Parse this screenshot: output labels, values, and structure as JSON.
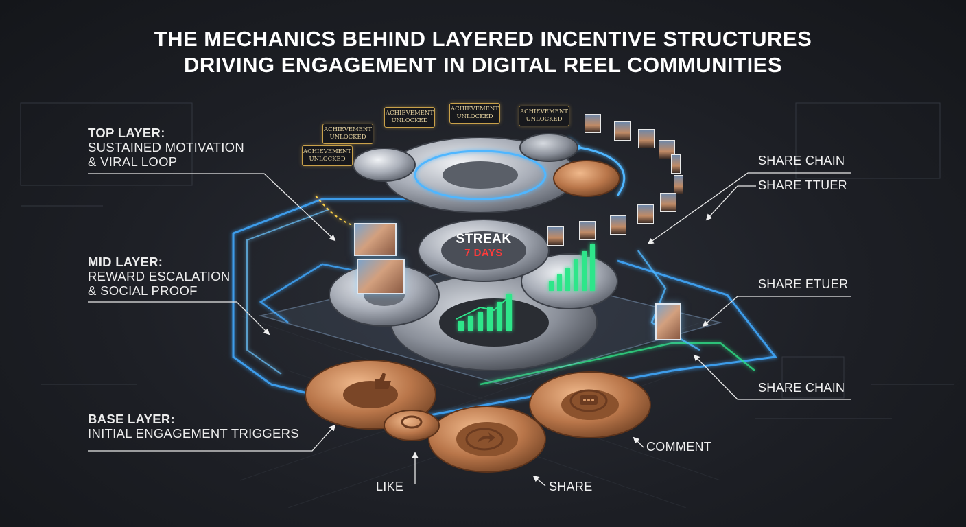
{
  "title": {
    "line1": "THE MECHANICS BEHIND LAYERED INCENTIVE STRUCTURES",
    "line2": "DRIVING ENGAGEMENT IN DIGITAL REEL COMMUNITIES"
  },
  "layers": {
    "top": {
      "head": "TOP LAYER:",
      "line1": "SUSTAINED MOTIVATION",
      "line2": "& VIRAL LOOP"
    },
    "mid": {
      "head": "MID LAYER:",
      "line1": "REWARD ESCALATION",
      "line2": "& SOCIAL PROOF"
    },
    "base": {
      "head": "BASE LAYER:",
      "line1": "INITIAL ENGAGEMENT TRIGGERS"
    }
  },
  "right_labels": {
    "share_chain_1": "SHARE CHAIN",
    "share_ttuer": "SHARE TTUER",
    "share_etuer": "SHARE ETUER",
    "share_chain_2": "SHARE CHAIN"
  },
  "bottom_labels": {
    "like": "LIKE",
    "share": "SHARE",
    "comment": "COMMENT"
  },
  "streak": {
    "label": "STREAK",
    "value": "7 DAYS"
  },
  "badges": [
    {
      "line1": "ACHIEVEMENT",
      "line2": "UNLOCKED"
    },
    {
      "line1": "ACHIEVEMENT",
      "line2": "UNLOCKED"
    },
    {
      "line1": "ACHIEVEMENT",
      "line2": "UNLOCKED"
    },
    {
      "line1": "ACHIEVEMENT",
      "line2": "UNLOCKED"
    },
    {
      "line1": "ACHIEVEMENT",
      "line2": "UNLOCKED"
    }
  ],
  "colors": {
    "glow_blue": "#3fa9ff",
    "glow_green": "#2ee68a",
    "bronze": "#b9764a",
    "steel": "#b8bcc4",
    "streak_red": "#ff3b3b",
    "badge_gold": "#c9a14a"
  },
  "icons": {
    "like": "thumbs-up-icon",
    "share": "share-arrow-icon",
    "comment": "speech-bubble-icon",
    "refresh": "cycle-arrows-icon"
  }
}
